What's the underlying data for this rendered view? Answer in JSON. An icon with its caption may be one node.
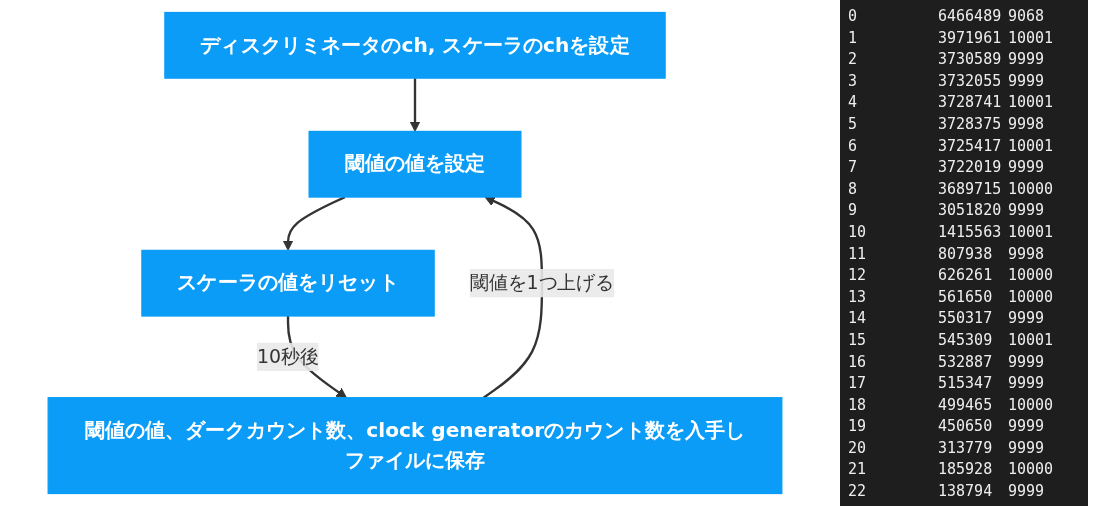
{
  "diagram": {
    "nodes": [
      {
        "text": [
          "ディスクリミネータのch, スケーラのchを設定"
        ]
      },
      {
        "text": [
          "閾値の値を設定"
        ]
      },
      {
        "text": [
          "スケーラの値をリセット"
        ]
      },
      {
        "text": [
          "閾値の値、ダークカウント数、clock generatorのカウント数を入手しファイルに保存"
        ]
      }
    ],
    "edges": [
      {
        "from": 0,
        "to": 1,
        "arrow": "to"
      },
      {
        "from": 1,
        "to": 2,
        "arrow": "to"
      },
      {
        "from": 2,
        "to": 3,
        "arrow": "to",
        "label": "10秒後"
      },
      {
        "from": 3,
        "to": 1,
        "arrow": "to",
        "label": "閾値を1つ上げる"
      }
    ],
    "labels": [
      "0",
      "6466489",
      "9068",
      "1",
      "3971961",
      "10001",
      "2",
      "3730589",
      "9999",
      "3",
      "3732055",
      "9999",
      "4",
      "3728741",
      "10001",
      "5",
      "3728375",
      "9998",
      "6",
      "3725417",
      "10001",
      "7",
      "3722019",
      "9999",
      "8",
      "3689715",
      "10000",
      "9",
      "3051820",
      "9999",
      "10",
      "1415563",
      "10001",
      "11",
      "807938",
      "9998",
      "12",
      "626261",
      "10000",
      "13",
      "561650",
      "10000",
      "14",
      "550317",
      "9999",
      "15",
      "545309",
      "10001",
      "16",
      "532887",
      "9999",
      "17",
      "515347",
      "9999",
      "18",
      "499465",
      "10000",
      "19",
      "450650",
      "9999",
      "20",
      "313779",
      "9999",
      "21",
      "185928",
      "10000",
      "22",
      "138794",
      "9999"
    ]
  }
}
